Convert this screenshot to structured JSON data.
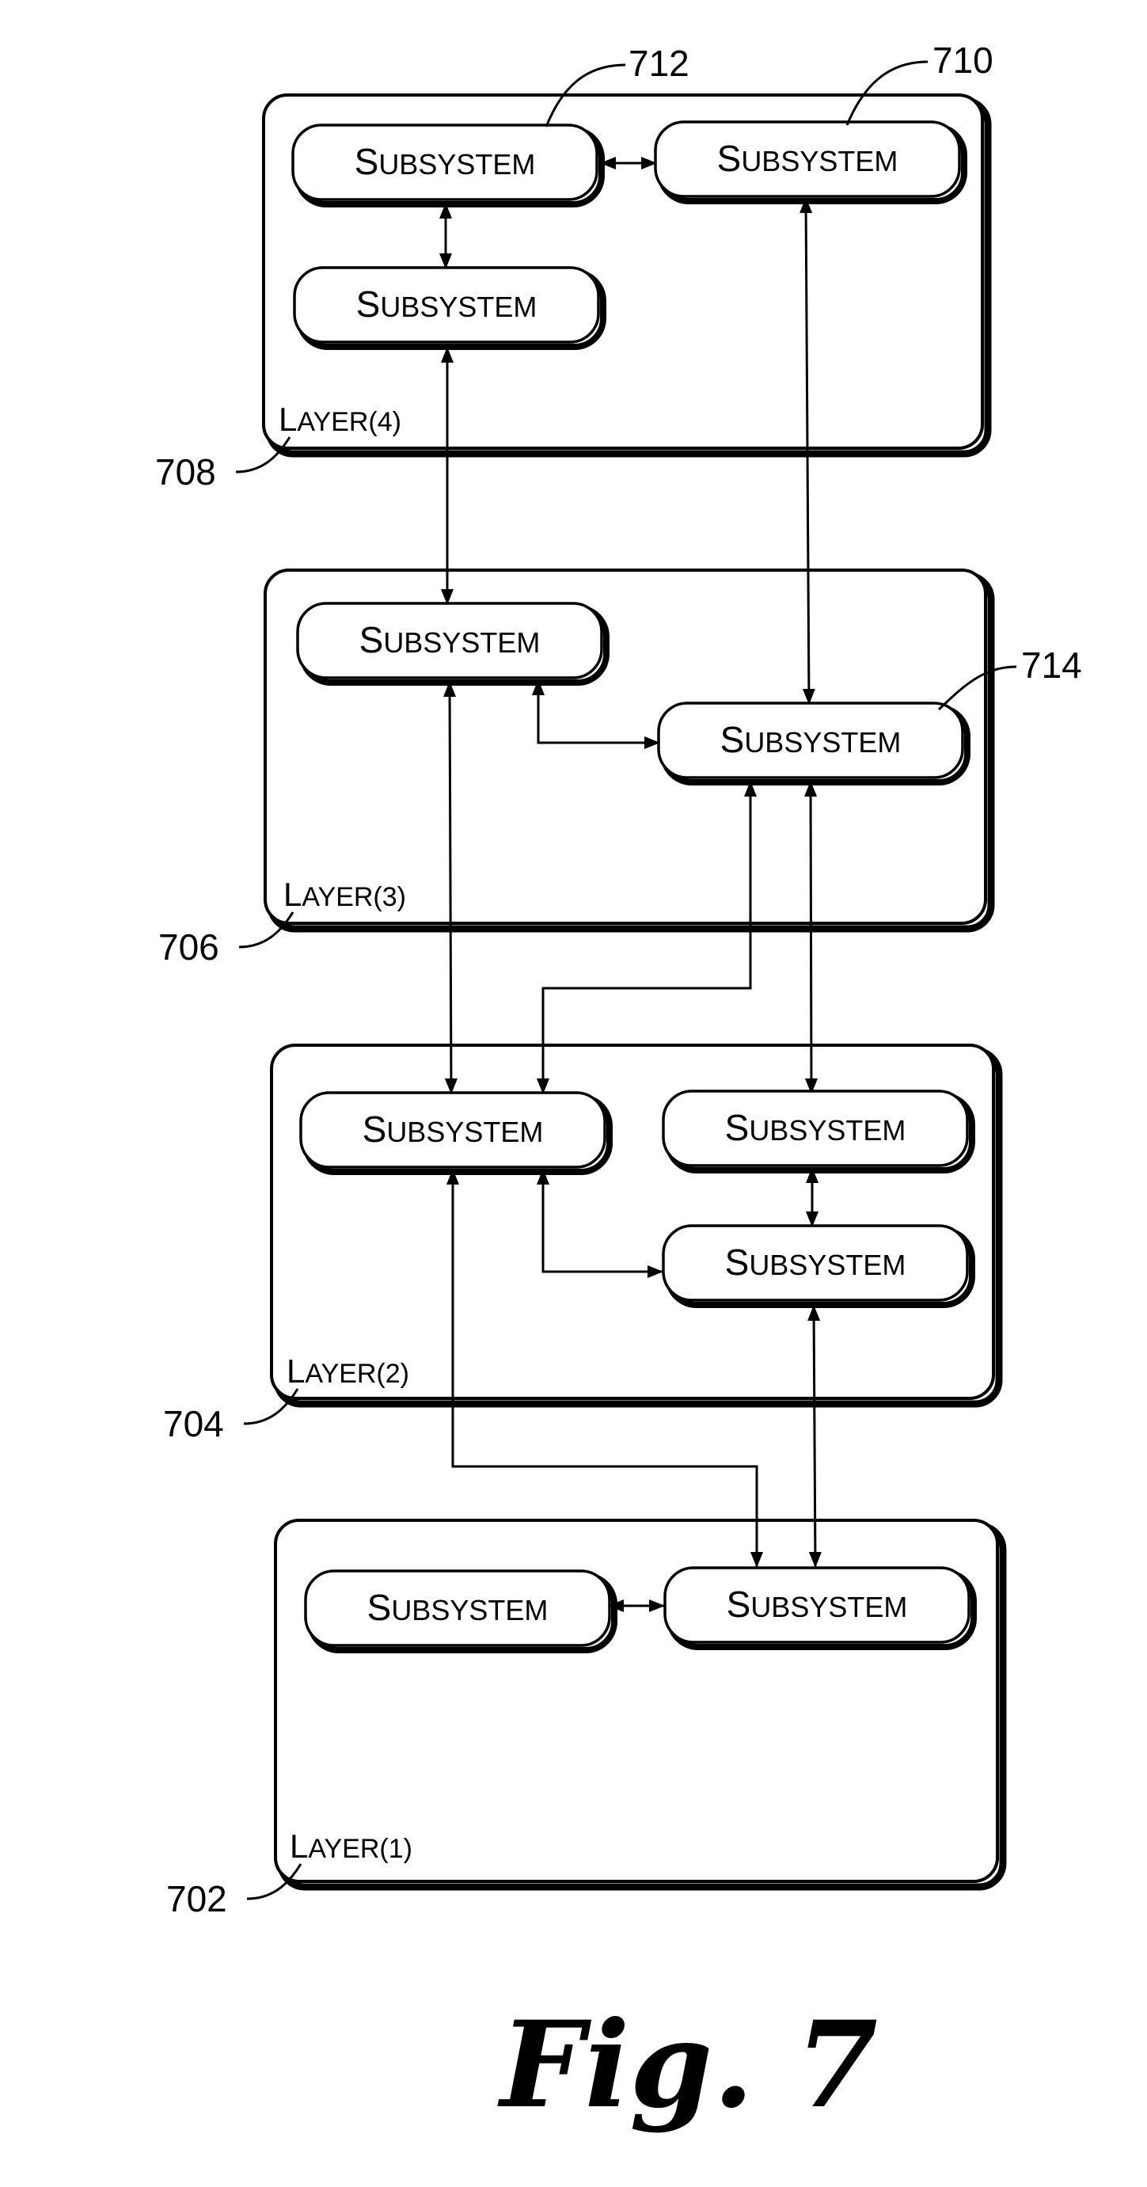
{
  "subsystem_label": {
    "initial": "S",
    "rest": "UBSYSTEM"
  },
  "layers": [
    {
      "id": "layer-4",
      "label_initial": "L",
      "label_rest": "AYER(4)",
      "ref": "708"
    },
    {
      "id": "layer-3",
      "label_initial": "L",
      "label_rest": "AYER(3)",
      "ref": "706"
    },
    {
      "id": "layer-2",
      "label_initial": "L",
      "label_rest": "AYER(2)",
      "ref": "704"
    },
    {
      "id": "layer-1",
      "label_initial": "L",
      "label_rest": "AYER(1)",
      "ref": "702"
    }
  ],
  "callouts": {
    "c712": "712",
    "c710": "710",
    "c714": "714"
  },
  "figure_label": "Fig. 7"
}
